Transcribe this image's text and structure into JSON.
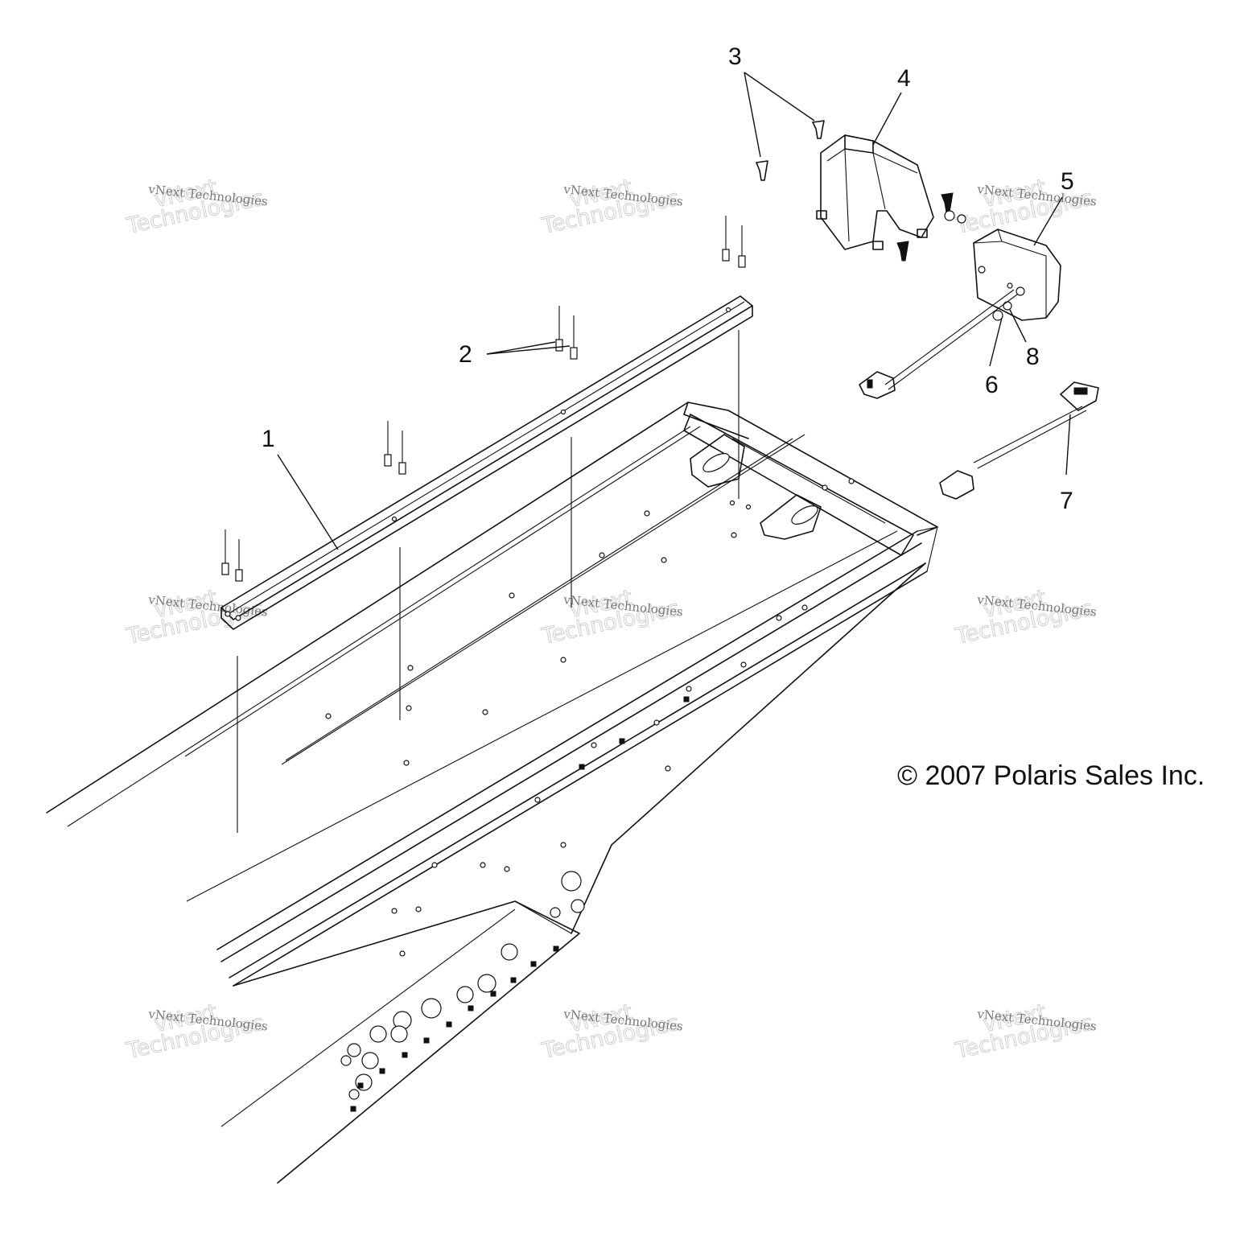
{
  "diagram": {
    "callouts": [
      "1",
      "2",
      "3",
      "4",
      "5",
      "6",
      "7",
      "8"
    ],
    "copyright": "© 2007 Polaris Sales Inc."
  },
  "watermark": {
    "small_text": "vNext Technologies",
    "big_line1": "vNext",
    "big_line2": "Technologies"
  }
}
